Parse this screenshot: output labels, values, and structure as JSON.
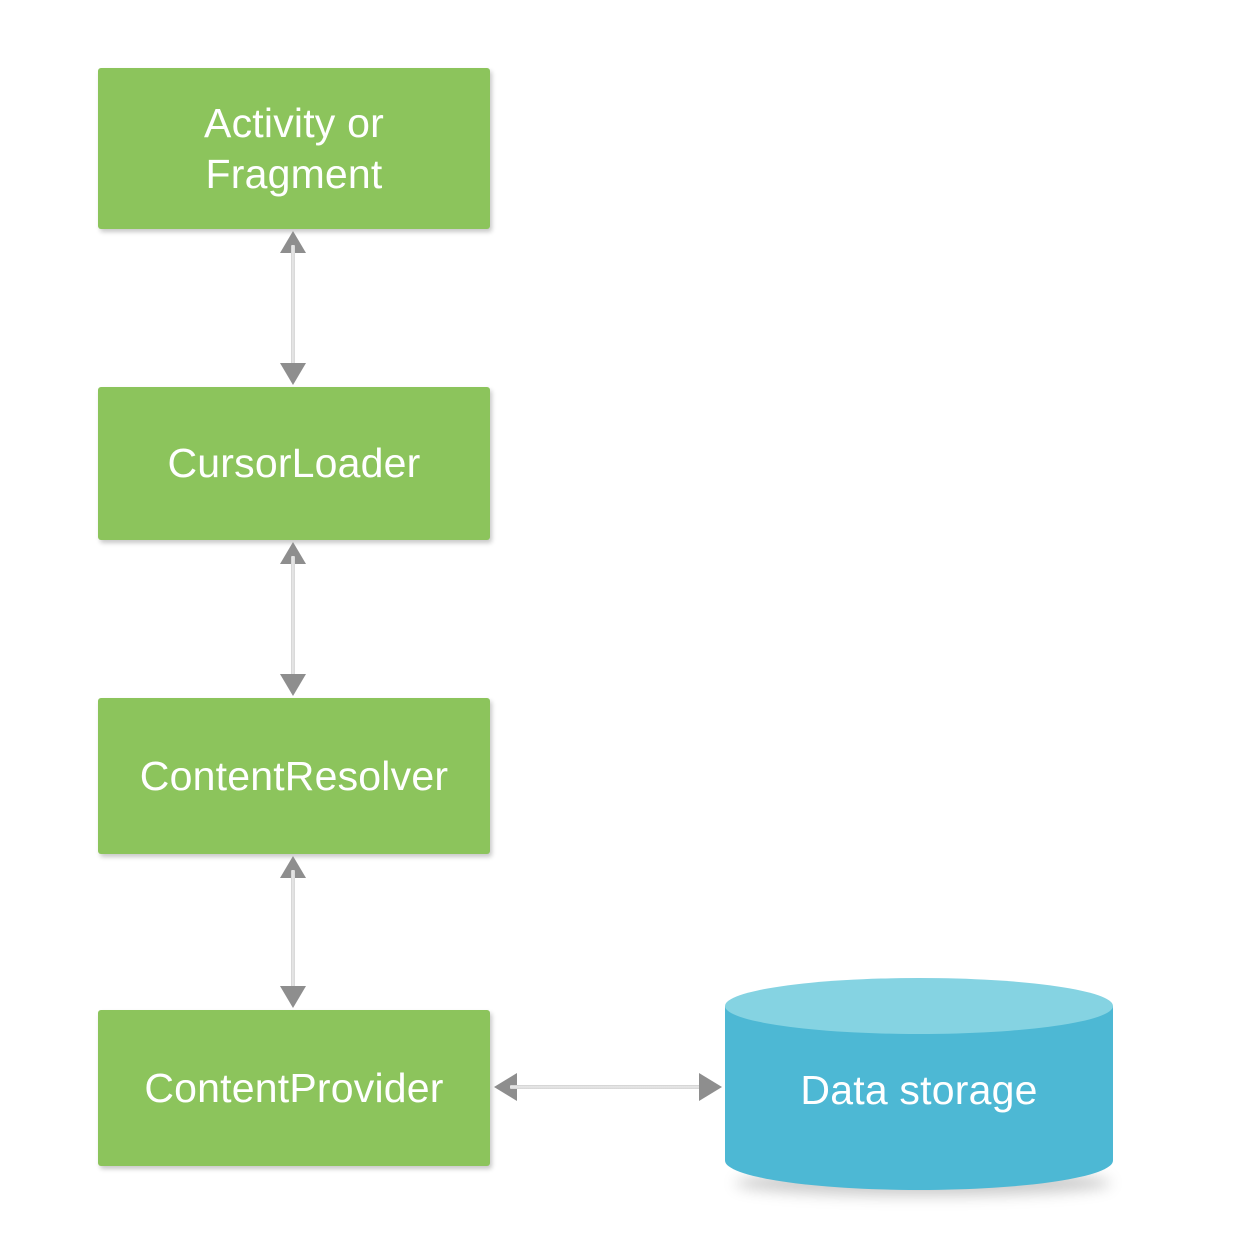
{
  "diagram": {
    "title": "Android ContentProvider data access flow",
    "background_color": "#ffffff",
    "colors": {
      "node_green": "#8cc45c",
      "cylinder_body": "#4db8d4",
      "cylinder_top": "#85d3e2",
      "arrow_gray": "#8e8e8e",
      "arrow_shaft": "#dcdcdc",
      "node_text": "#ffffff"
    },
    "nodes": [
      {
        "id": "activity",
        "label": "Activity or\nFragment",
        "shape": "rect"
      },
      {
        "id": "cursor",
        "label": "CursorLoader",
        "shape": "rect"
      },
      {
        "id": "resolver",
        "label": "ContentResolver",
        "shape": "rect"
      },
      {
        "id": "provider",
        "label": "ContentProvider",
        "shape": "rect"
      },
      {
        "id": "storage",
        "label": "Data storage",
        "shape": "cylinder"
      }
    ],
    "edges": [
      {
        "id": "e1",
        "from": "activity",
        "to": "cursor",
        "direction": "bidirectional",
        "orientation": "vertical"
      },
      {
        "id": "e2",
        "from": "cursor",
        "to": "resolver",
        "direction": "bidirectional",
        "orientation": "vertical"
      },
      {
        "id": "e3",
        "from": "resolver",
        "to": "provider",
        "direction": "bidirectional",
        "orientation": "vertical"
      },
      {
        "id": "e4",
        "from": "provider",
        "to": "storage",
        "direction": "bidirectional",
        "orientation": "horizontal"
      }
    ]
  }
}
